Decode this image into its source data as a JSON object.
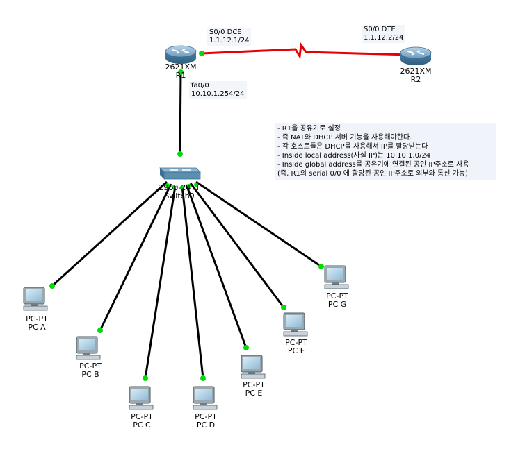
{
  "routers": {
    "r1": {
      "model": "2621XM",
      "name": "R1"
    },
    "r2": {
      "model": "2621XM",
      "name": "R2"
    }
  },
  "switch": {
    "model": "2960-24TT",
    "name": "Switch0"
  },
  "interfaces": {
    "r1_serial": {
      "name": "S0/0 DCE",
      "ip": "1.1.12.1/24"
    },
    "r2_serial": {
      "name": "S0/0 DTE",
      "ip": "1.1.12.2/24"
    },
    "r1_fa": {
      "name": "fa0/0",
      "ip": "10.10.1.254/24"
    }
  },
  "pcs": [
    {
      "type": "PC-PT",
      "name": "PC A"
    },
    {
      "type": "PC-PT",
      "name": "PC B"
    },
    {
      "type": "PC-PT",
      "name": "PC C"
    },
    {
      "type": "PC-PT",
      "name": "PC D"
    },
    {
      "type": "PC-PT",
      "name": "PC E"
    },
    {
      "type": "PC-PT",
      "name": "PC F"
    },
    {
      "type": "PC-PT",
      "name": "PC G"
    }
  ],
  "note": [
    "- R1을 공유기로 설정",
    "- 즉 NAT와 DHCP 서버 기능을 사용해야한다.",
    "- 각 호스트들은 DHCP를 사용해서 IP를 할당받는다",
    "- Inside local address(사설 IP)는 10.10.1.0/24",
    "- Inside global address를 공유기에 연결된 공인 IP주소로 사용",
    "(즉, R1의 serial 0/0 에 할당된 공인 IP주소로 외부와 통신 가능)"
  ],
  "colors": {
    "serial_link": "#e60000",
    "ethernet_link": "#000000",
    "link_up": "#00dd00",
    "router_body": "#5a8fb0",
    "pc_screen": "#9cc4dc"
  }
}
